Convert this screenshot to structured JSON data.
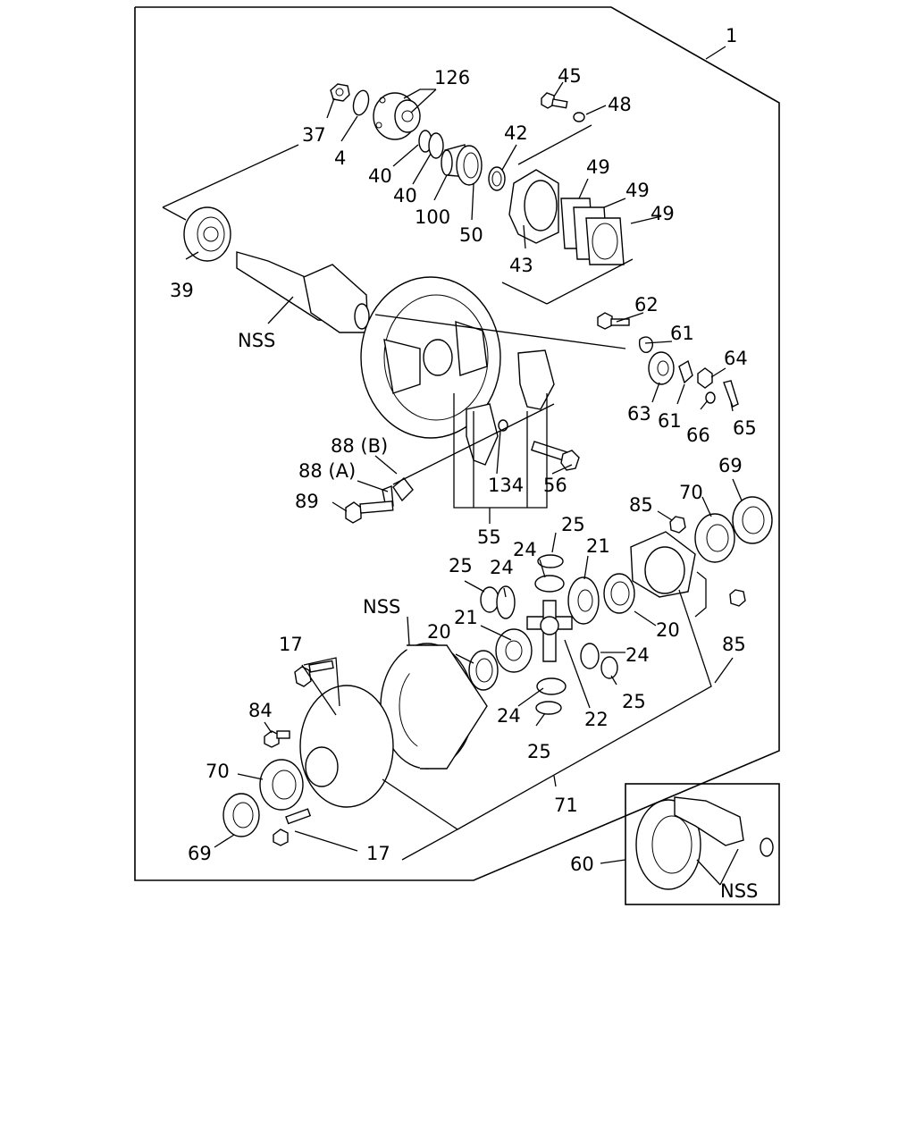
{
  "labels": {
    "l1": "1",
    "l126": "126",
    "l45": "45",
    "l48": "48",
    "l37": "37",
    "l4": "4",
    "l42": "42",
    "l40a": "40",
    "l40b": "40",
    "l100": "100",
    "l50": "50",
    "l49a": "49",
    "l49b": "49",
    "l49c": "49",
    "l43": "43",
    "l39": "39",
    "nss_pinion": "NSS",
    "l62": "62",
    "l61a": "61",
    "l64": "64",
    "l63": "63",
    "l61b": "61",
    "l66": "66",
    "l65": "65",
    "l88b": "88 (B)",
    "l88a": "88 (A)",
    "l89": "89",
    "l134": "134",
    "l56": "56",
    "l55": "55",
    "l69a": "69",
    "l70a": "70",
    "l85a": "85",
    "l25a": "25",
    "l24a": "24",
    "l21a": "21",
    "l25b": "25",
    "l24b": "24",
    "nss_ring": "NSS",
    "l20a": "20",
    "l21b": "21",
    "l20b": "20",
    "l85b": "85",
    "l17a": "17",
    "l24c": "24",
    "l25c": "25",
    "l24d": "24",
    "l22": "22",
    "l84": "84",
    "l25d": "25",
    "l70b": "70",
    "l71": "71",
    "l69b": "69",
    "l17b": "17",
    "l60": "60",
    "nss_inset": "NSS"
  }
}
